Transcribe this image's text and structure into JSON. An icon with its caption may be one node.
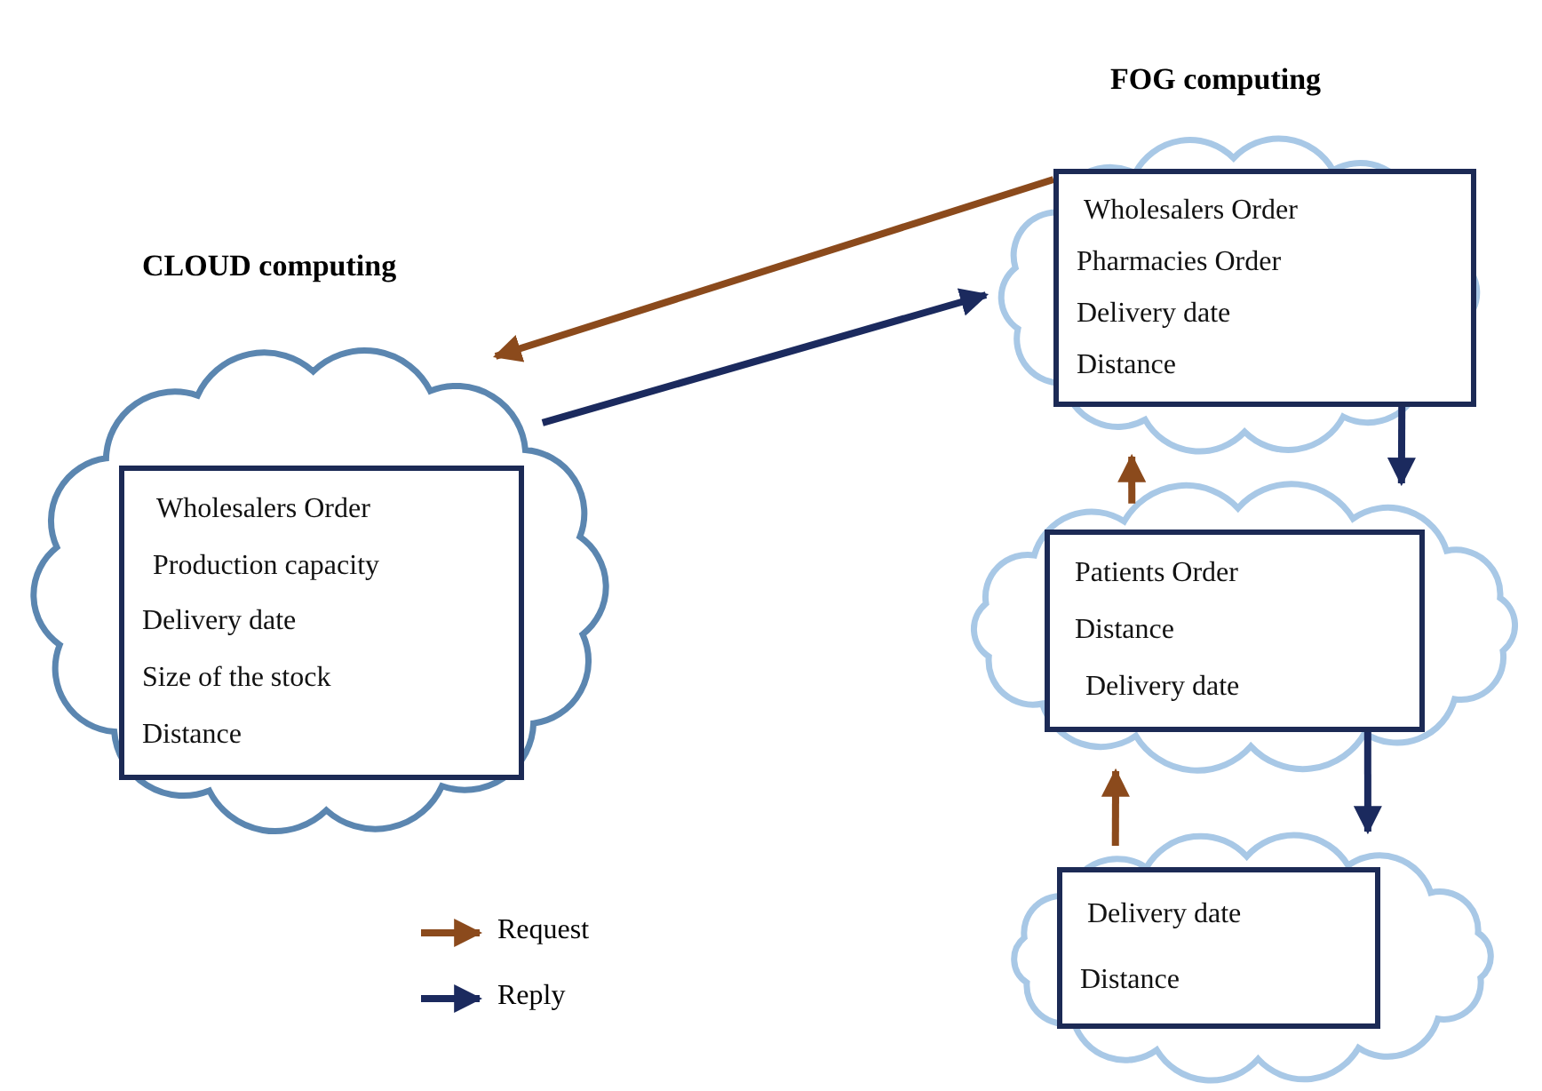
{
  "diagram": {
    "nodes": [
      {
        "text": [
          "CLOUD computing"
        ]
      },
      {
        "text": [
          "Wholesalers Order",
          "Production capacity",
          "Delivery date",
          "Size of the stock",
          "Distance"
        ],
        "in": 0
      },
      {
        "text": [
          "FOG computing"
        ]
      },
      {
        "text": [
          "Wholesalers Order",
          "Pharmacies Order",
          "Delivery date",
          "Distance"
        ],
        "in": 2
      },
      {
        "text": [],
        "shape": "cloud"
      },
      {
        "text": [
          "Patients Order",
          "Distance",
          "Delivery date"
        ],
        "in": 4
      },
      {
        "text": [],
        "shape": "cloud"
      },
      {
        "text": [
          "Delivery date",
          "Distance"
        ],
        "in": 6
      }
    ],
    "edges": [
      {
        "from": 3,
        "to": 0,
        "arrow": "to",
        "color": "#8b4a1c"
      },
      {
        "from": 0,
        "to": 2,
        "arrow": "to",
        "color": "#1b2a5e"
      },
      {
        "from": 3,
        "to": 4,
        "arrow": "to",
        "color": "#1b2a5e"
      },
      {
        "from": 4,
        "to": 2,
        "arrow": "to",
        "color": "#8b4a1c"
      },
      {
        "from": 5,
        "to": 6,
        "arrow": "to",
        "color": "#1b2a5e"
      },
      {
        "from": 6,
        "to": 4,
        "arrow": "to",
        "color": "#8b4a1c"
      }
    ],
    "legend": [
      {
        "text": "Request"
      },
      {
        "text": "Reply"
      }
    ]
  }
}
